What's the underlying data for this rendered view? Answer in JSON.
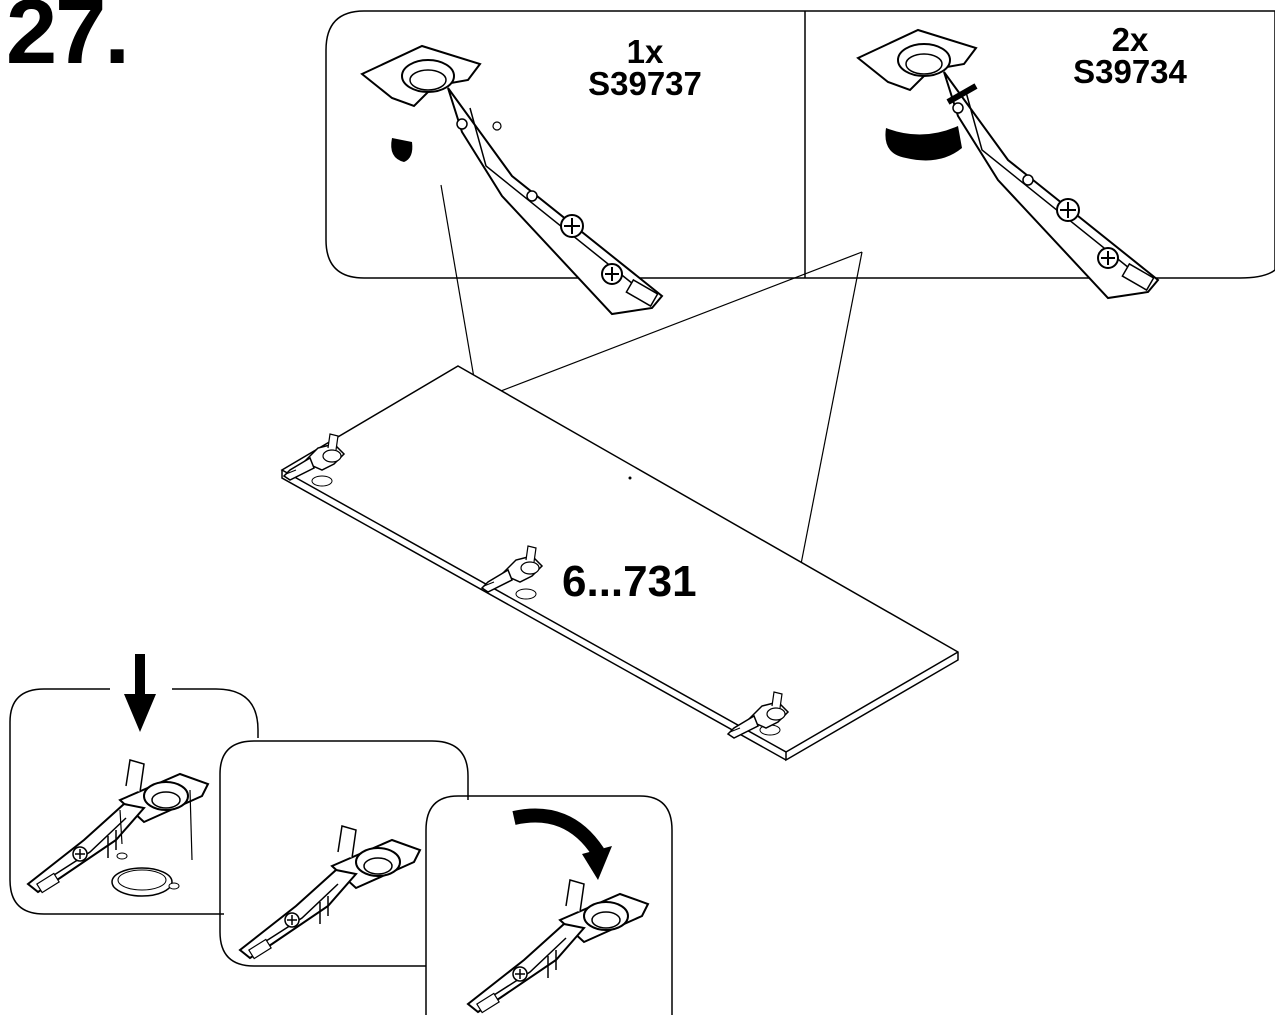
{
  "step": {
    "number": "27."
  },
  "parts": [
    {
      "quantity": "1x",
      "code": "S39737",
      "icon": "cabinet-hinge-icon"
    },
    {
      "quantity": "2x",
      "code": "S39734",
      "icon": "soft-close-hinge-icon"
    }
  ],
  "panel": {
    "code": "6...731"
  },
  "detail_steps": [
    {
      "icon": "press-down-arrow-icon"
    },
    {
      "icon": "hinge-seated-icon"
    },
    {
      "icon": "rotate-arrow-icon"
    }
  ]
}
